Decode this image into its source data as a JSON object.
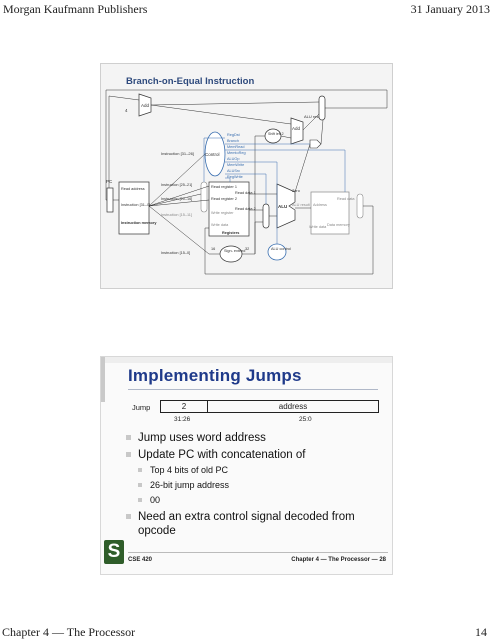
{
  "header": {
    "publisher": "Morgan Kaufmann Publishers",
    "date": "31 January 2013"
  },
  "footer": {
    "chapter": "Chapter 4 — The Processor",
    "page_number": "14"
  },
  "slide1": {
    "title": "Branch-on-Equal Instruction",
    "diagram_labels": {
      "add_top": "Add",
      "four": "4",
      "add_mid": "Add",
      "alu_result": "ALU\nresult",
      "shift_left": "Shift\nleft 2",
      "control": "Control",
      "instr_31_26": "Instruction [31–26]",
      "ctrl_signals": [
        "RegDst",
        "Branch",
        "MemRead",
        "MemtoReg",
        "ALUOp",
        "MemWrite",
        "ALUSrc",
        "RegWrite"
      ],
      "pc": "PC",
      "read_address": "Read\naddress",
      "instruction": "Instruction\n[31–0]",
      "instruction_memory": "Instruction\nmemory",
      "instr_25_21": "Instruction [25–21]",
      "instr_20_16": "Instruction [20–16]",
      "instr_15_11": "Instruction [15–11]",
      "instr_15_0": "Instruction [15–0]",
      "read_reg1": "Read\nregister 1",
      "read_reg2": "Read\nregister 2",
      "write_reg": "Write\nregister",
      "write_data": "Write\ndata",
      "read_data1": "Read\ndata 1",
      "read_data2": "Read\ndata 2",
      "registers": "Registers",
      "alu": "ALU",
      "zero": "Zero",
      "alu_result2": "ALU\nresult",
      "address": "Address",
      "read_data": "Read\ndata",
      "data_memory": "Data\nmemory",
      "write_data2": "Write\ndata",
      "sign_extend": "Sign-\nextend",
      "sixteen": "16",
      "thirtytwo": "32",
      "alu_control": "ALU\ncontrol",
      "mux": "M\nu\nx"
    }
  },
  "slide2": {
    "title": "Implementing Jumps",
    "jump_format": {
      "label": "Jump",
      "opcode": "2",
      "address": "address",
      "bits_opcode": "31:26",
      "bits_address": "25:0"
    },
    "bullets": [
      {
        "level": 1,
        "text": "Jump uses word address"
      },
      {
        "level": 1,
        "text": "Update PC with concatenation of"
      },
      {
        "level": 2,
        "text": "Top 4 bits of old PC"
      },
      {
        "level": 2,
        "text": "26-bit jump address"
      },
      {
        "level": 2,
        "text": "00"
      },
      {
        "level": 1,
        "text": "Need an extra control signal decoded from opcode"
      }
    ],
    "course": "CSE 420",
    "chapter_footer": "Chapter 4 — The Processor — 28",
    "logo_letter": "S"
  },
  "colors": {
    "title_blue": "#1f3a8a",
    "diagram_title_blue": "#2e4a7d",
    "control_blue": "#3a6fb0",
    "logo_green": "#2f5d2a"
  }
}
